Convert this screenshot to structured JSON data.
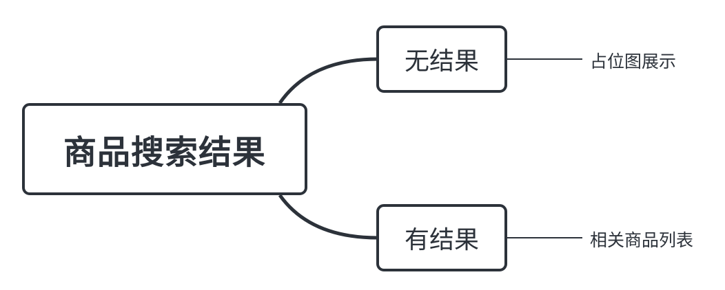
{
  "diagram": {
    "root": {
      "label": "商品搜索结果"
    },
    "branches": [
      {
        "label": "无结果",
        "leaf": "占位图展示"
      },
      {
        "label": "有结果",
        "leaf": "相关商品列表"
      }
    ],
    "colors": {
      "stroke": "#2c323a",
      "text": "#2c323a",
      "background": "#ffffff"
    }
  }
}
